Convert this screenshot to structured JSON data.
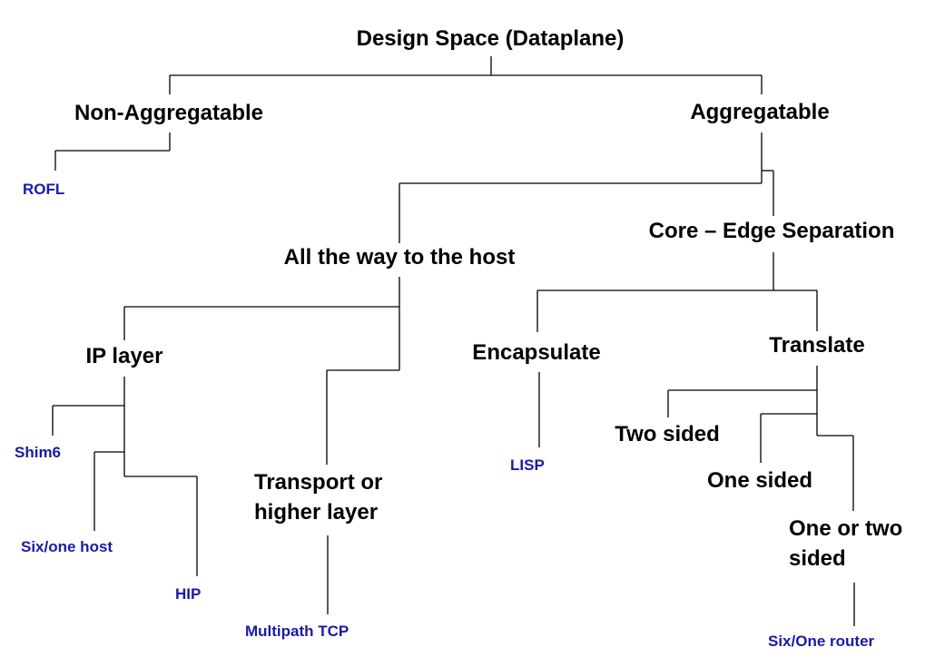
{
  "colors": {
    "background": "#ffffff",
    "category_text": "#000000",
    "leaf_text": "#1a1aa8",
    "connector": "#000000"
  },
  "root": "Design Space (Dataplane)",
  "nodes": {
    "non_aggregatable": "Non-Aggregatable",
    "aggregatable": "Aggregatable",
    "all_the_way_to_host": "All the way to the host",
    "core_edge_separation": "Core – Edge Separation",
    "ip_layer": "IP layer",
    "transport_or_higher_layer": [
      "Transport or",
      "higher layer"
    ],
    "encapsulate": "Encapsulate",
    "translate": "Translate",
    "two_sided": "Two sided",
    "one_sided": "One sided",
    "one_or_two_sided": [
      "One or two",
      "sided"
    ]
  },
  "leaves": {
    "rofl": "ROFL",
    "shim6": "Shim6",
    "six_one_host": "Six/one host",
    "hip": "HIP",
    "multipath_tcp": "Multipath TCP",
    "lisp": "LISP",
    "six_one_router": "Six/One router"
  }
}
